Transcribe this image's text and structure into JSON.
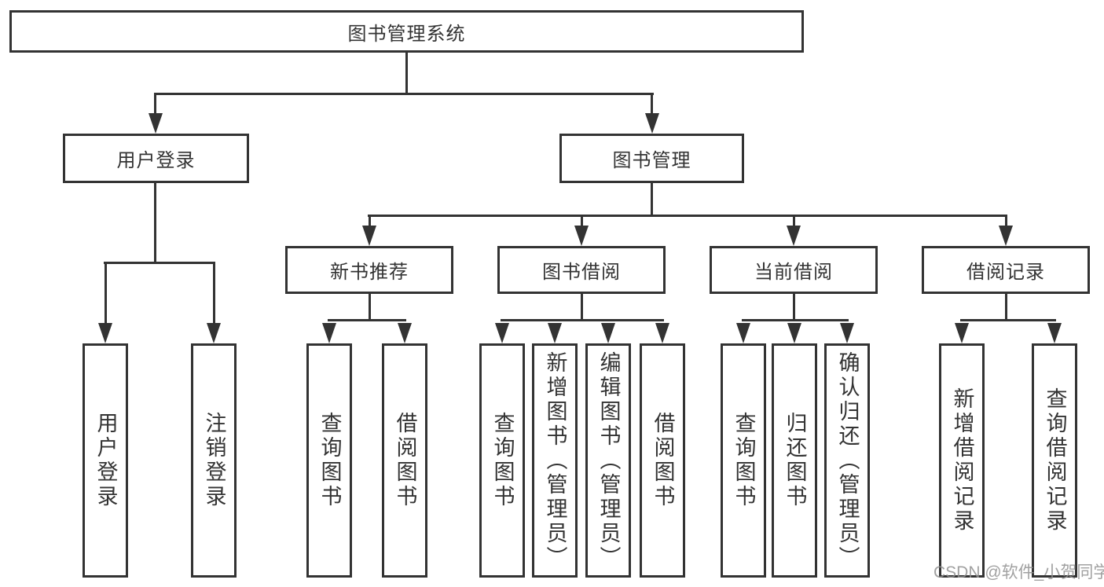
{
  "root": {
    "label": "图书管理系统"
  },
  "branches": [
    {
      "label": "用户登录"
    },
    {
      "label": "图书管理"
    }
  ],
  "modules": [
    {
      "label": "新书推荐"
    },
    {
      "label": "图书借阅"
    },
    {
      "label": "当前借阅"
    },
    {
      "label": "借阅记录"
    }
  ],
  "leaves": [
    {
      "label": "用户登录"
    },
    {
      "label": "注销登录"
    },
    {
      "label": "查询图书"
    },
    {
      "label": "借阅图书"
    },
    {
      "label": "查询图书"
    },
    {
      "label": "新增图书（管理员）"
    },
    {
      "label": "编辑图书（管理员）"
    },
    {
      "label": "借阅图书"
    },
    {
      "label": "查询图书"
    },
    {
      "label": "归还图书"
    },
    {
      "label": "确认归还（管理员）"
    },
    {
      "label": "新增借阅记录"
    },
    {
      "label": "查询借阅记录"
    }
  ],
  "watermark": {
    "text": "CSDN @软件_小贺同学"
  },
  "colors": {
    "line": "#333333",
    "text": "#333333",
    "background": "#ffffff",
    "watermark": "#919191"
  }
}
